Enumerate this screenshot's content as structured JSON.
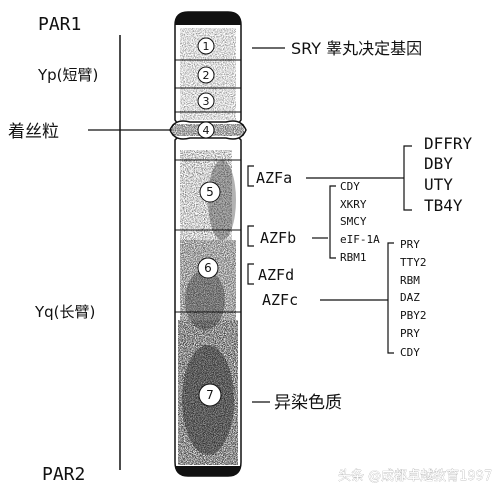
{
  "diagram": {
    "left_labels": {
      "par1": "PAR1",
      "yp": "Yp(短臂)",
      "centromere": "着丝粒",
      "yq": "Yq(长臂)",
      "par2": "PAR2"
    },
    "bands": [
      "1",
      "2",
      "3",
      "4",
      "5",
      "6",
      "7"
    ],
    "sry_label": "SRY 睾丸决定基因",
    "azf": {
      "a": "AZFa",
      "b": "AZFb",
      "d": "AZFd",
      "c": "AZFc"
    },
    "azfa_genes": [
      "DFFRY",
      "DBY",
      "UTY",
      "TB4Y"
    ],
    "azfb_genes": [
      "CDY",
      "XKRY",
      "SMCY",
      "eIF-1A",
      "RBM1"
    ],
    "azfc_genes": [
      "PRY",
      "TTY2",
      "RBM",
      "DAZ",
      "PBY2",
      "PRY",
      "CDY"
    ],
    "heterochromatin_label": "异染色质",
    "watermark": "头条 @成都卓越教育1997",
    "colors": {
      "ink": "#111111",
      "background": "#ffffff"
    }
  }
}
